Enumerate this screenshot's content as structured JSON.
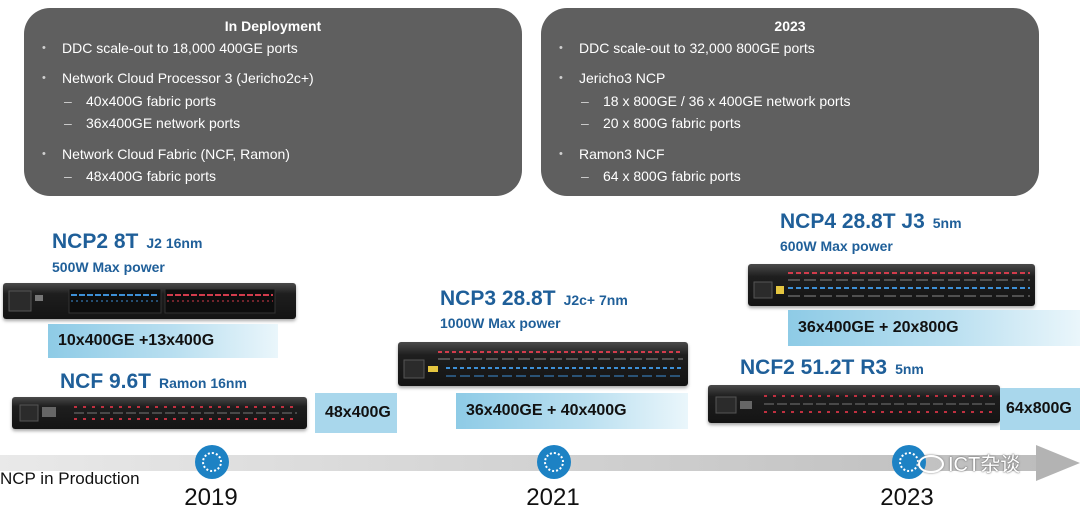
{
  "panels": {
    "left": {
      "title": "In Deployment",
      "items": [
        "DDC scale-out to 18,000 400GE ports",
        "Network Cloud Processor 3 (Jericho2c+)",
        "40x400G  fabric ports",
        "36x400GE network ports",
        "Network Cloud Fabric (NCF, Ramon)",
        "48x400G  fabric ports"
      ]
    },
    "right": {
      "title": "2023",
      "items": [
        "DDC scale-out to 32,000 800GE ports",
        "Jericho3 NCP",
        "18 x 800GE / 36 x 400GE network ports",
        "20 x 800G fabric ports",
        "Ramon3 NCF",
        "64 x 800G fabric ports"
      ]
    }
  },
  "products": {
    "ncp2": {
      "name": "NCP2 8T",
      "chip": "J2 16nm",
      "power": "500W Max power",
      "ports": "10x400GE +13x400G"
    },
    "ncf": {
      "name": "NCF 9.6T",
      "chip": "Ramon 16nm",
      "ports": "48x400G"
    },
    "ncp3": {
      "name": "NCP3 28.8T",
      "chip": "J2c+ 7nm",
      "power": "1000W Max power",
      "ports": "36x400GE + 40x400G"
    },
    "ncp4": {
      "name": "NCP4 28.8T J3",
      "chip": "5nm",
      "power": "600W Max power",
      "ports": "36x400GE + 20x800G"
    },
    "ncf2": {
      "name": "NCF2 51.2T R3",
      "chip": "5nm",
      "ports": "64x800G"
    }
  },
  "timeline": {
    "label": "NCP in Production",
    "years": [
      "2019",
      "2021",
      "2023"
    ]
  },
  "watermark": "ICT杂谈",
  "colors": {
    "panel": "#5f5f5f",
    "title_blue": "#1f5f99",
    "badge": "#a9d7ec",
    "milestone": "#1d82c4",
    "port_blue": "#3d8fd6",
    "port_red": "#d23c4c"
  }
}
